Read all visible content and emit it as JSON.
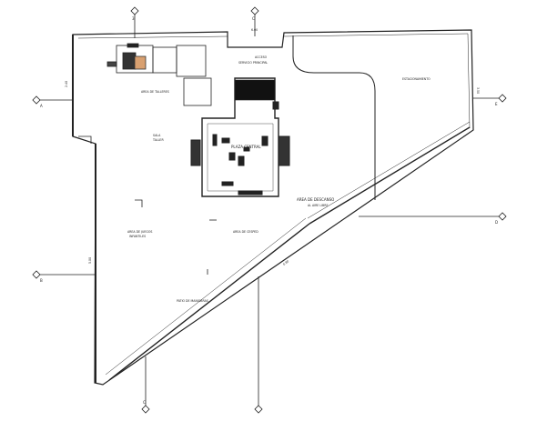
{
  "labels": {
    "acceso_top": "ACCESO",
    "servicio": "SERVICIO PRINCIPAL",
    "estacionamiento": "ESTACIONAMIENTO",
    "area_talleres": "AREA DE TALLERES",
    "sala": "SALA",
    "sala_sub": "TALLER",
    "plaza": "PLAZA CENTRAL",
    "area_descanso": "AREA DE DESCANSO",
    "area_descanso_sub": "AL AIRE LIBRE",
    "area_juegos": "AREA DE JUEGOS",
    "area_juegos_sub": "INFANTILES",
    "area_cesped": "AREA DE CESPED",
    "patio_maniobras": "PATIO DE MANIOBRAS",
    "dim_left": "2.40",
    "dim_top": "6.00",
    "dim_diag": "0.80",
    "dim_right": "3.50",
    "dim_small": "5.00"
  },
  "axes": {
    "a1": "3",
    "a2": "C",
    "a3": "A",
    "a4": "E",
    "a5": "B",
    "a6": "D",
    "a7": "C"
  }
}
